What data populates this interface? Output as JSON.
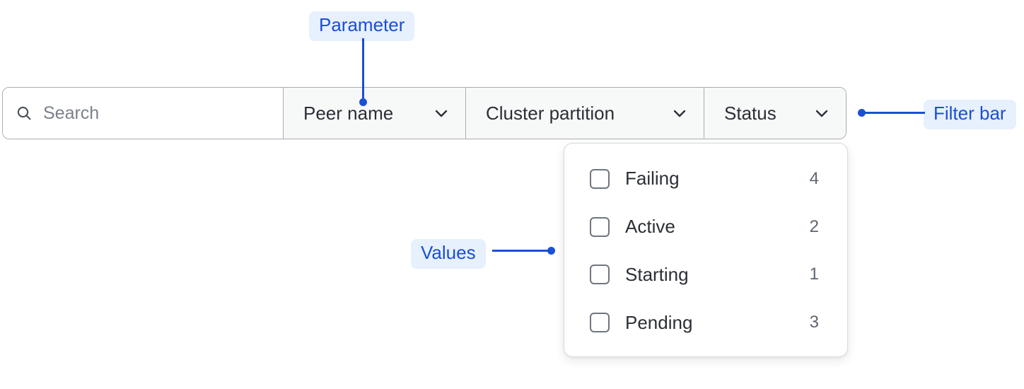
{
  "filter_bar": {
    "search": {
      "icon": "search-icon",
      "placeholder": "Search",
      "value": ""
    },
    "dropdowns": [
      {
        "id": "peer-name",
        "label": "Peer name",
        "icon": "chevron-down-icon"
      },
      {
        "id": "cluster-partition",
        "label": "Cluster partition",
        "icon": "chevron-down-icon"
      },
      {
        "id": "status",
        "label": "Status",
        "icon": "chevron-down-icon"
      }
    ]
  },
  "values_panel": {
    "open_for": "Status",
    "items": [
      {
        "label": "Failing",
        "count": "4",
        "checked": false
      },
      {
        "label": "Active",
        "count": "2",
        "checked": false
      },
      {
        "label": "Starting",
        "count": "1",
        "checked": false
      },
      {
        "label": "Pending",
        "count": "3",
        "checked": false
      }
    ]
  },
  "annotations": [
    {
      "id": "parameter",
      "label": "Parameter"
    },
    {
      "id": "filter-bar",
      "label": "Filter bar"
    },
    {
      "id": "values",
      "label": "Values"
    }
  ],
  "colors": {
    "annotation_text": "#1a4fd6",
    "annotation_chip_bg": "#e7f0fd",
    "bar_border": "#a9acb4",
    "segment_bg": "#f7f8f8",
    "text_primary": "#2b2f36",
    "text_muted": "#5f6570",
    "placeholder": "#7b818b",
    "checkbox_border": "#70757e",
    "panel_border": "#d8dade"
  }
}
